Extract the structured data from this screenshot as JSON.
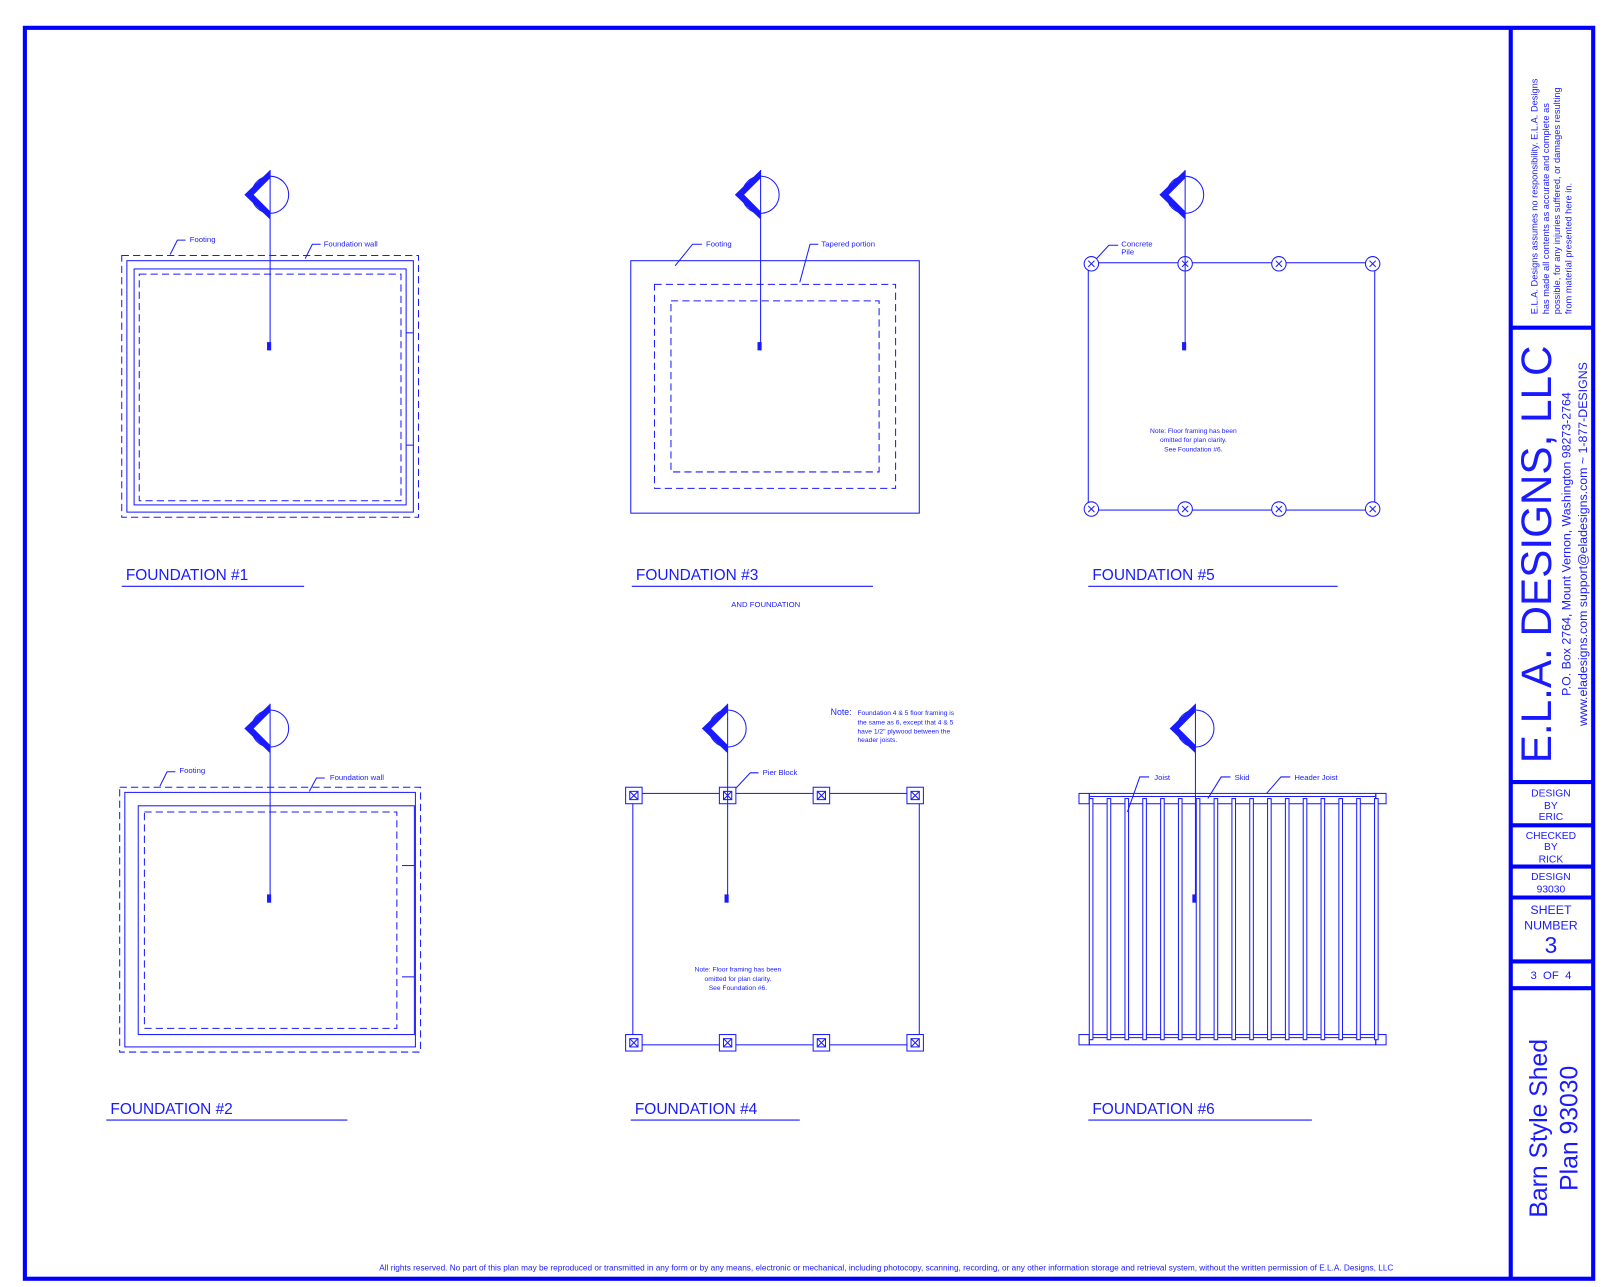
{
  "colors": {
    "line": "#1a1aff",
    "border": "#0000ff"
  },
  "drawings": {
    "f1": {
      "title": "FOUNDATION #1",
      "label_a": "Footing",
      "label_b": "Foundation wall"
    },
    "f2": {
      "title": "FOUNDATION #2",
      "label_a": "Footing",
      "label_b": "Foundation wall"
    },
    "f3": {
      "title": "FOUNDATION #3",
      "label_a": "Footing",
      "label_b": "Tapered portion",
      "subtitle": "AND FOUNDATION"
    },
    "f4": {
      "title": "FOUNDATION #4",
      "label_a": "Pier Block",
      "note": [
        "Note: Floor framing has been",
        "omitted for plan clarity.",
        "See Foundation #6."
      ]
    },
    "f5": {
      "title": "FOUNDATION #5",
      "label_a": "Concrete",
      "label_a2": "Pile",
      "note": [
        "Note: Floor framing has been",
        "omitted for plan clarity.",
        "See Foundation #6."
      ]
    },
    "f6": {
      "title": "FOUNDATION #6",
      "label_a": "Joist",
      "label_b": "Skid",
      "label_c": "Header Joist"
    }
  },
  "general_note": {
    "heading": "Note:",
    "lines": [
      "Foundation 4 & 5 floor framing is",
      "the same as 6, except that 4 & 5",
      "have 1/2\" plywood between the",
      "header joists."
    ]
  },
  "footer": "All rights reserved. No part of this plan may be reproduced or transmitted in any form or by any means, electronic or mechanical, including photocopy, scanning, recording, or any other information storage and retrieval system, without the written permission of E.L.A. Designs, LLC",
  "title_block": {
    "disclaimer": [
      "E.L.A. Designs assumes no responsibility. E.L.A. Designs",
      "has made all contents as accurate and complete as",
      "possible, for any injuries suffered, or damages resulting",
      "from material presented here in."
    ],
    "company": "E.L.A. DESIGNS, LLC",
    "address": "P.O. Box 2764, Mount Vernon, Washington 98273-2764",
    "contact": "www.eladesigns.com support@eladesigns.com ~ 1-877-DESIGNS",
    "design_by": [
      "DESIGN",
      "BY",
      "ERIC"
    ],
    "checked_by": [
      "CHECKED",
      "BY",
      "RICK"
    ],
    "design_no": [
      "DESIGN",
      "93030"
    ],
    "sheet": [
      "SHEET",
      "NUMBER",
      "3"
    ],
    "sheet_of": "3  OF  4",
    "plan_title": "Barn Style Shed",
    "plan_no": "Plan 93030"
  }
}
